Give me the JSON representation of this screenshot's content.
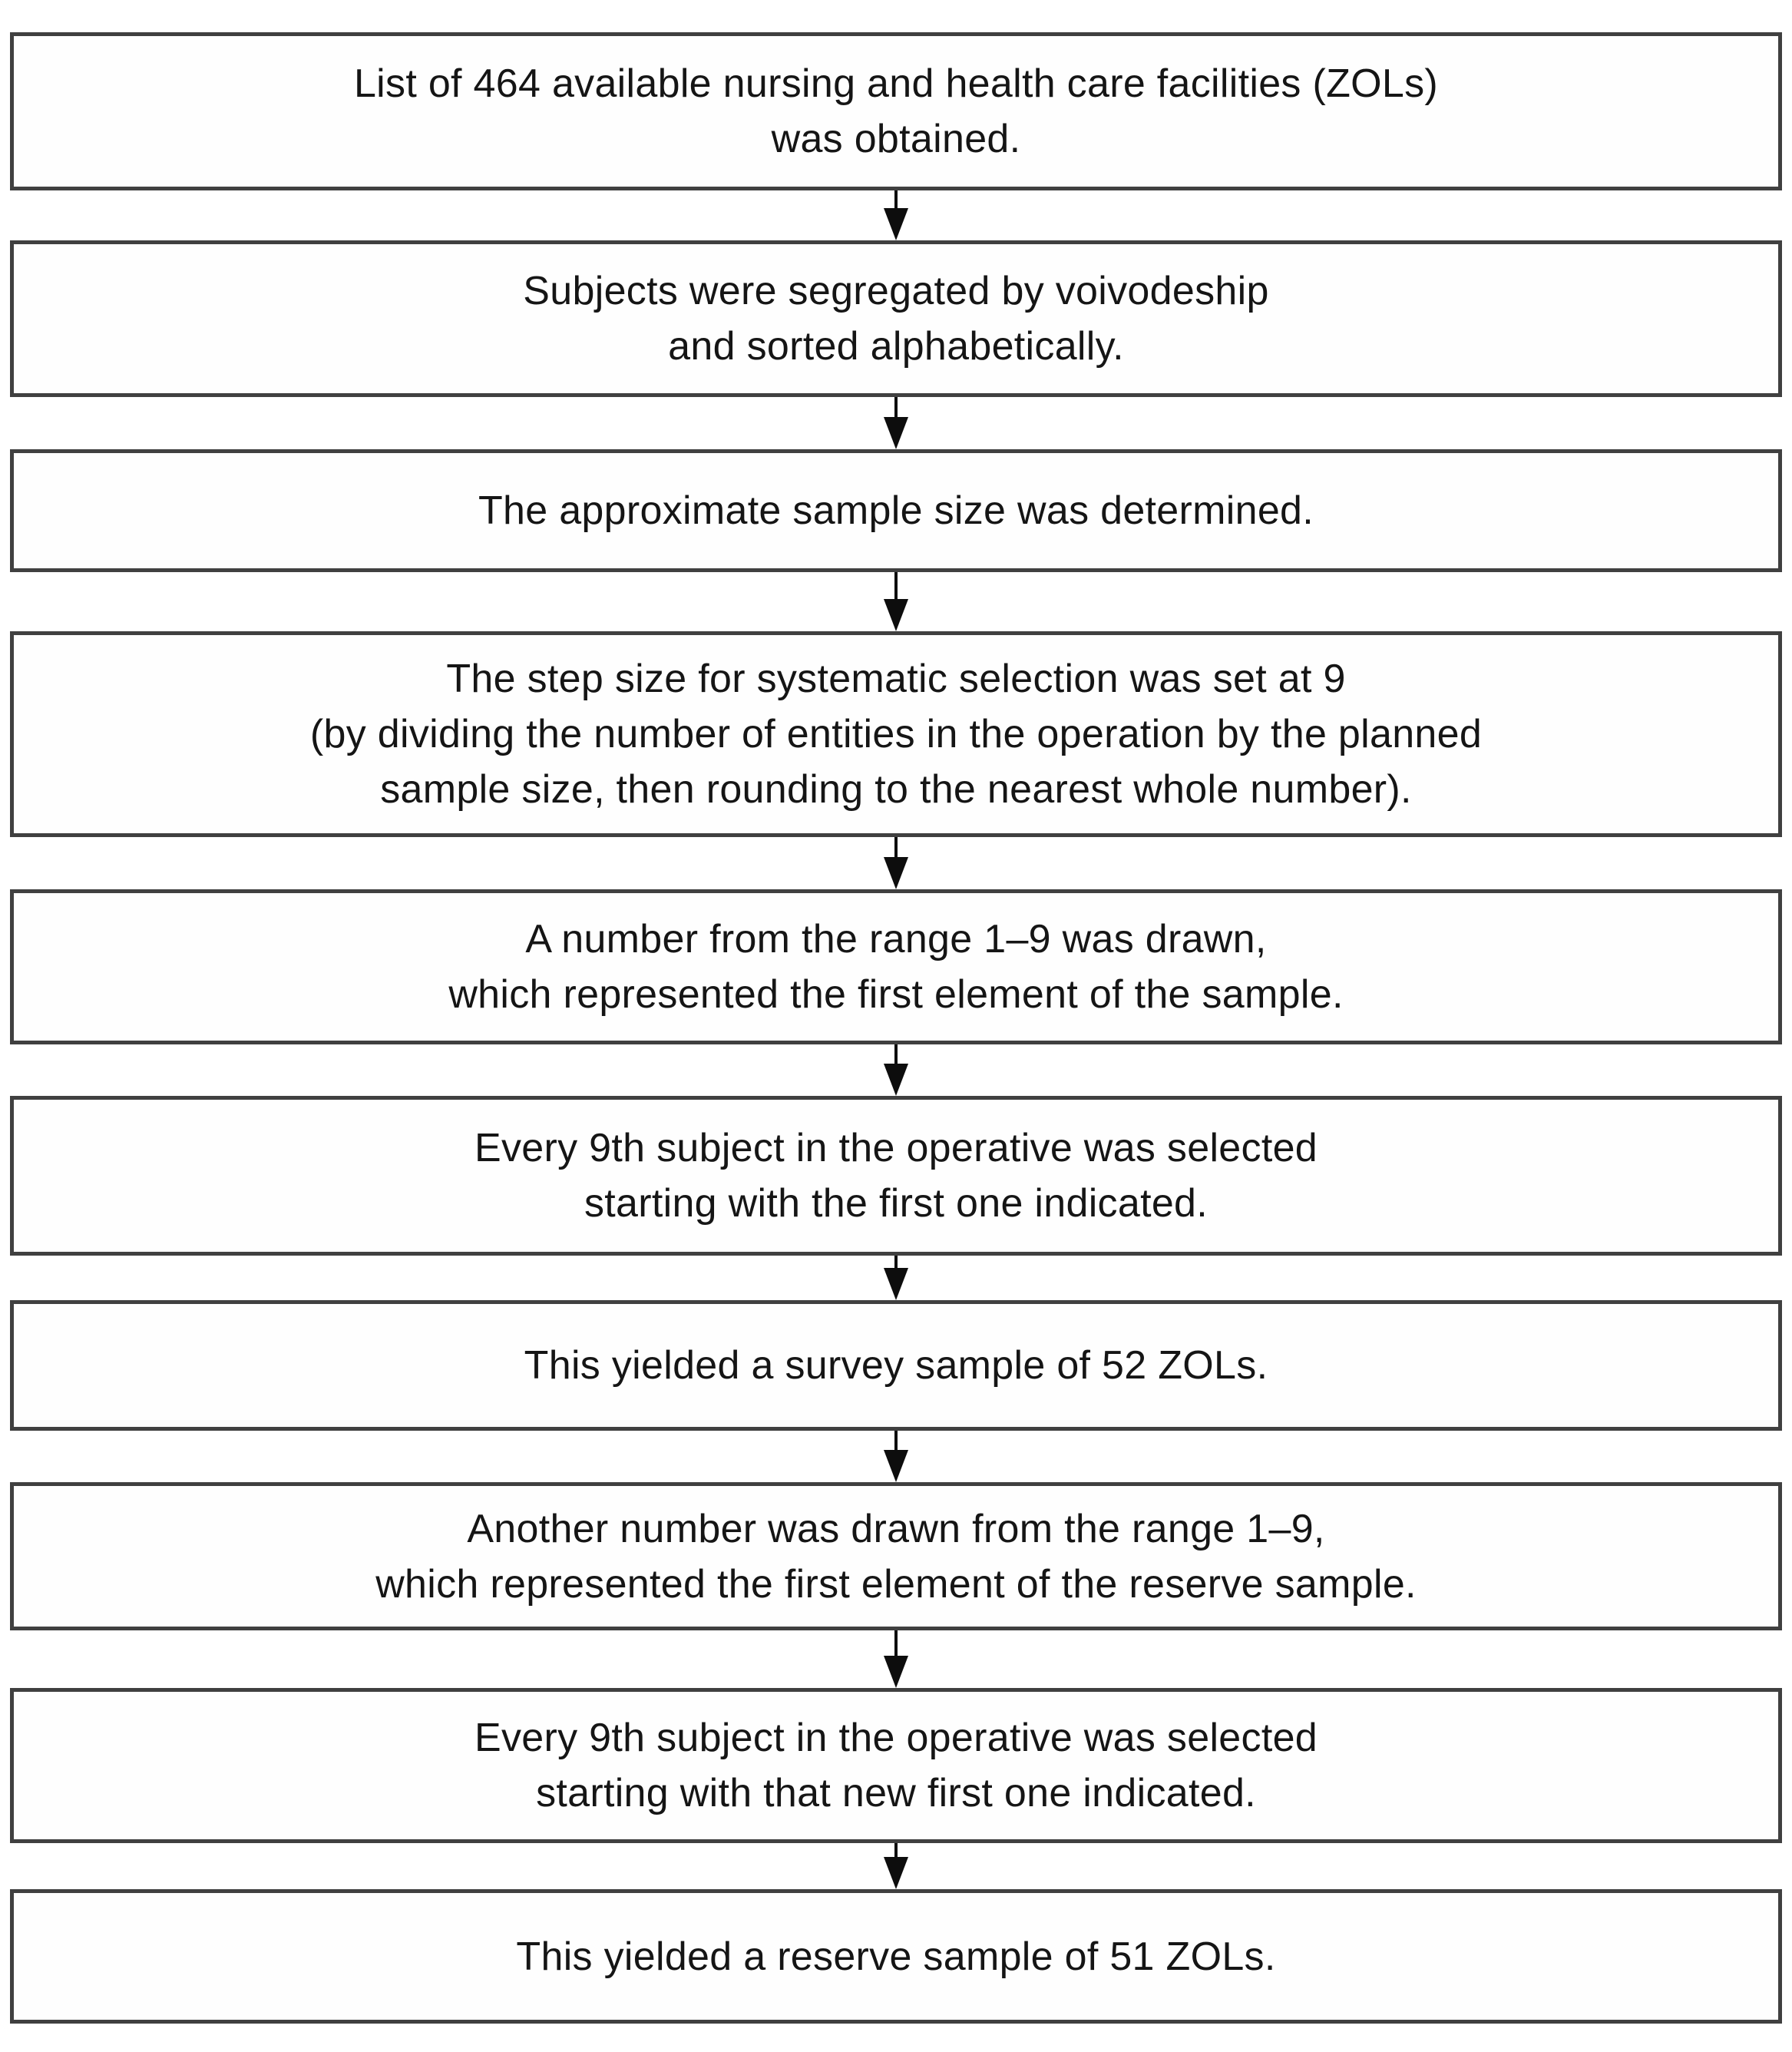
{
  "diagram": {
    "type": "flowchart",
    "direction": "top-down",
    "colors": {
      "background": "#ffffff",
      "box_fill": "#fefefe",
      "box_border": "#404040",
      "text": "#151515",
      "arrow": "#0d0d0d"
    },
    "boxes": [
      {
        "step": 1,
        "lines": [
          "List of 464 available nursing and health care facilities (ZOLs)",
          "was obtained."
        ]
      },
      {
        "step": 2,
        "lines": [
          "Subjects were segregated by voivodeship",
          "and sorted alphabetically."
        ]
      },
      {
        "step": 3,
        "lines": [
          "The approximate sample size was determined."
        ]
      },
      {
        "step": 4,
        "lines": [
          "The step size for systematic selection was set at 9",
          "(by dividing the number of entities in the operation by the planned",
          "sample size, then rounding to the nearest whole number)."
        ]
      },
      {
        "step": 5,
        "lines": [
          "A number from the range 1–9 was drawn,",
          "which represented the first element of the sample."
        ]
      },
      {
        "step": 6,
        "lines": [
          "Every 9th subject in the operative was selected",
          "starting with the first one indicated."
        ]
      },
      {
        "step": 7,
        "lines": [
          "This yielded a survey sample of 52 ZOLs."
        ]
      },
      {
        "step": 8,
        "lines": [
          "Another number was drawn from the range 1–9,",
          "which represented the first element of the reserve sample."
        ]
      },
      {
        "step": 9,
        "lines": [
          "Every 9th subject in the operative was selected",
          "starting with that new first one indicated."
        ]
      },
      {
        "step": 10,
        "lines": [
          "This yielded a reserve sample of 51 ZOLs."
        ]
      }
    ],
    "connections": [
      {
        "from": 1,
        "to": 2
      },
      {
        "from": 2,
        "to": 3
      },
      {
        "from": 3,
        "to": 4
      },
      {
        "from": 4,
        "to": 5
      },
      {
        "from": 5,
        "to": 6
      },
      {
        "from": 6,
        "to": 7
      },
      {
        "from": 7,
        "to": 8
      },
      {
        "from": 8,
        "to": 9
      },
      {
        "from": 9,
        "to": 10
      }
    ]
  }
}
